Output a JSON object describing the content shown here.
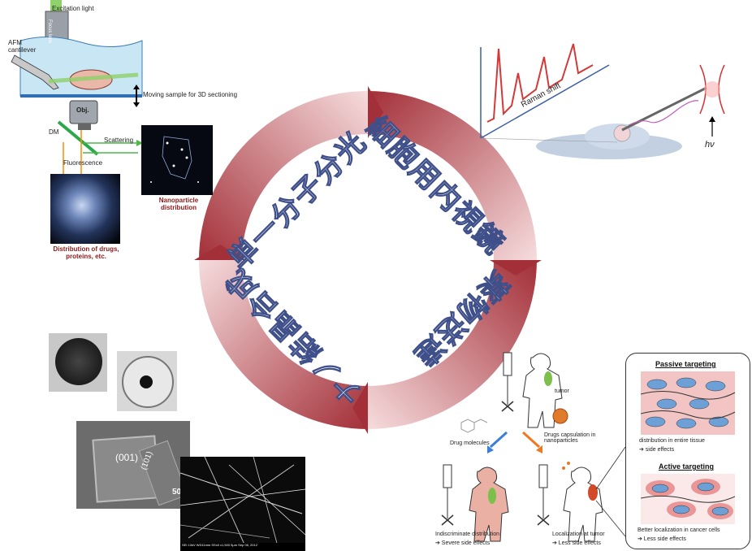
{
  "center_ring": {
    "segments": [
      {
        "label": "細胞用内視鏡"
      },
      {
        "label": "薬物送達"
      },
      {
        "label": "ナノ結晶合成"
      },
      {
        "label": "単一分子分光"
      }
    ],
    "colors": {
      "dark": "#a8373f",
      "light": "#f5d8d9"
    }
  },
  "afm_panel": {
    "excitation": "Excitation light",
    "focus_lens": "Focus lens",
    "afm_cantilever": "AFM cantilever",
    "moving_sample": "Moving sample for 3D sectioning",
    "objective": "Obj.",
    "dm": "DM",
    "scattering": "Scattering",
    "fluorescence": "Fluorescence",
    "drug_distribution": "Distribution of drugs, proteins, etc.",
    "nanoparticle_distribution": "Nanoparticle distribution"
  },
  "raman_panel": {
    "raman_shift": "Raman shift",
    "hv": "hν"
  },
  "nanocrystal_panel": {
    "facet_001": "(001)",
    "facet_101": "(101)",
    "scale_fragment": "50",
    "sem_footer": "SEI 10kV WD11mm SSx0 x1,500 5µm Sep 06, 2012"
  },
  "drug_delivery": {
    "tumor": "tumor",
    "drug_molecules": "Drug molecules",
    "capsulation": "Drugs capsulation in nanoparticles",
    "indiscriminate": "Indiscriminate distribution",
    "severe": "➔ Severe side effects",
    "localization": "Localization at tumor",
    "less": "➔ Less side effects"
  },
  "targeting_panel": {
    "passive_title": "Passive targeting",
    "passive_desc": "distribution in entire tissue",
    "passive_effect": "➔ side effects",
    "active_title": "Active targeting",
    "active_desc": "Better localization in cancer cells",
    "active_effect": "➔ Less side effects"
  }
}
